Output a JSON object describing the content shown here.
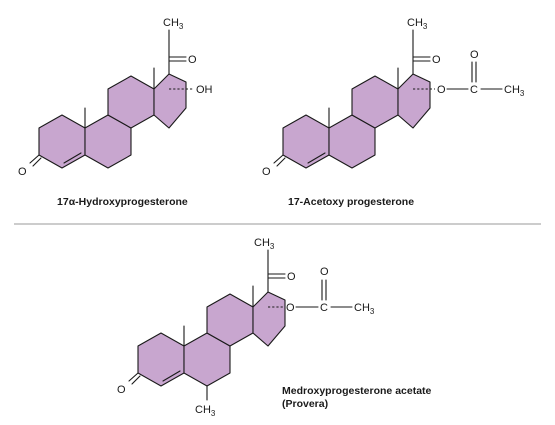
{
  "ring_color": "#c8a6cf",
  "line_color": "#1a1a1a",
  "labels": {
    "ch3": "CH",
    "ch3_sub": "3",
    "o": "O",
    "oh": "OH",
    "c": "C"
  },
  "structures": [
    {
      "caption_prefix": "17",
      "caption_symbol": "α",
      "caption_rest": "-Hydroxyprogesterone"
    },
    {
      "caption": "17-Acetoxy progesterone"
    },
    {
      "caption_line1": "Medroxyprogesterone acetate",
      "caption_line2": "(Provera)"
    }
  ]
}
